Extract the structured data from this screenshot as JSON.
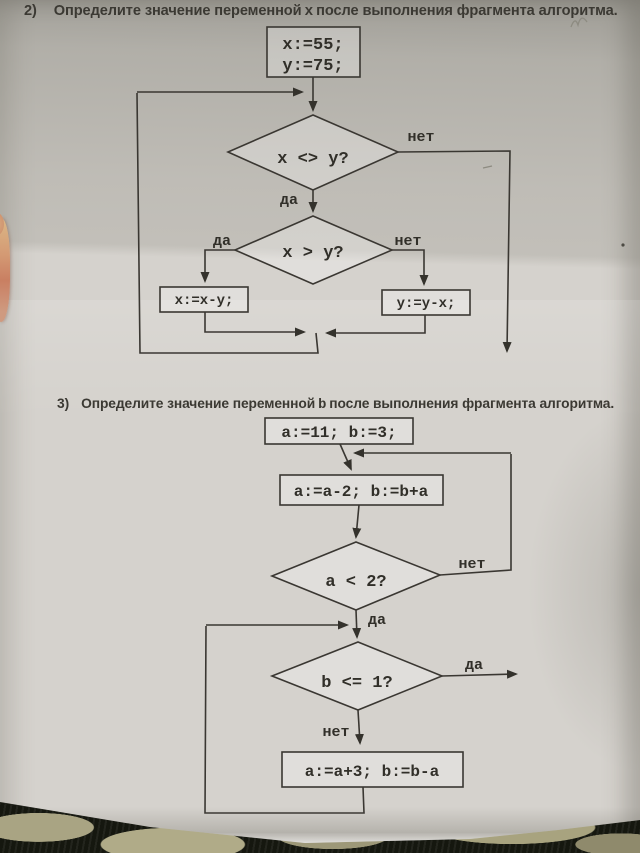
{
  "palette": {
    "ink": "#3a3732",
    "paper_light": "#d5d2cd",
    "paper_dark": "#aaa89f",
    "fabric_base": "#15170f",
    "fabric_khaki": "#a9a483",
    "finger": "#cf8f6e"
  },
  "question2": {
    "number": "2)",
    "title_prefix": "Определите значение переменной",
    "title_var": "x",
    "title_suffix": "после выполнения фрагмента алгоритма.",
    "flowchart": {
      "init_line1": "x:=55;",
      "init_line2": "y:=75;",
      "cond1": "x <> y?",
      "cond1_no": "нет",
      "cond1_yes": "да",
      "cond2": "x > y?",
      "cond2_yes": "да",
      "cond2_no": "нет",
      "assign_yes": "x:=x-y;",
      "assign_no": "y:=y-x;"
    }
  },
  "question3": {
    "number": "3)",
    "title_prefix": "Определите значение переменной",
    "title_var": "b",
    "title_suffix": "после выполнения фрагмента алгоритма.",
    "flowchart": {
      "init": "a:=11; b:=3;",
      "loop_body": "a:=a-2; b:=b+a",
      "cond1": "a < 2?",
      "cond1_no": "нет",
      "cond1_yes": "да",
      "cond2": "b <= 1?",
      "cond2_yes": "да",
      "cond2_no": "нет",
      "update": "a:=a+3; b:=b-a"
    }
  }
}
